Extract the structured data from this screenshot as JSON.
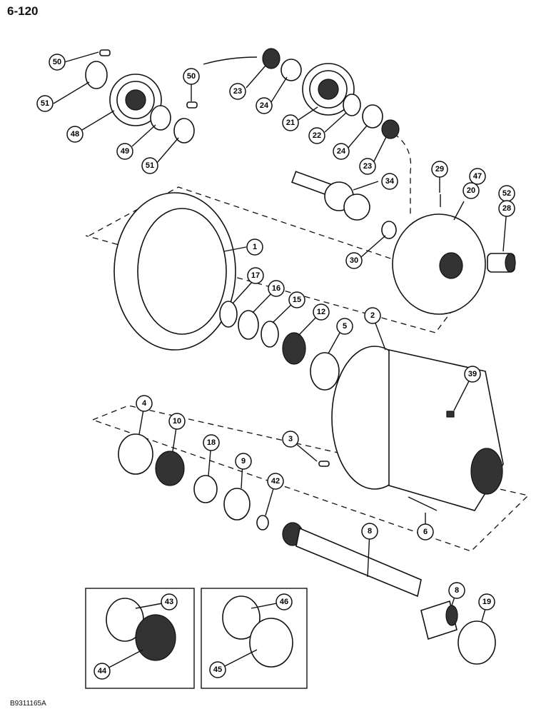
{
  "page_number": "6-120",
  "figure_code": "B9311165A",
  "callouts": [
    "50",
    "51",
    "48",
    "49",
    "51",
    "50",
    "23",
    "24",
    "21",
    "22",
    "24",
    "23",
    "29",
    "47",
    "20",
    "52",
    "28",
    "34",
    "30",
    "1",
    "17",
    "16",
    "15",
    "12",
    "5",
    "2",
    "39",
    "4",
    "10",
    "18",
    "9",
    "42",
    "3",
    "6",
    "8",
    "8",
    "19",
    "43",
    "44",
    "46",
    "45"
  ]
}
